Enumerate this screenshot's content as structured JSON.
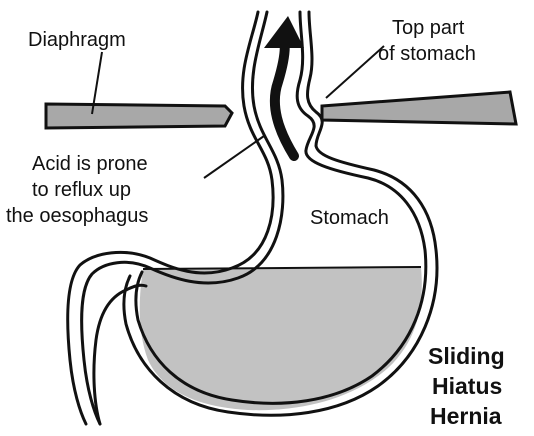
{
  "labels": {
    "diaphragm": "Diaphragm",
    "top_part_line1": "Top part",
    "top_part_line2": "of stomach",
    "acid_line1": "Acid is prone",
    "acid_line2": "to reflux up",
    "acid_line3": "the oesophagus",
    "stomach": "Stomach"
  },
  "title": {
    "line1": "Sliding",
    "line2": "Hiatus",
    "line3": "Hernia"
  },
  "colors": {
    "outline": "#111111",
    "diaphragm_fill": "#a8a8a8",
    "acid_fill": "#c2c2c2",
    "background": "#ffffff"
  }
}
